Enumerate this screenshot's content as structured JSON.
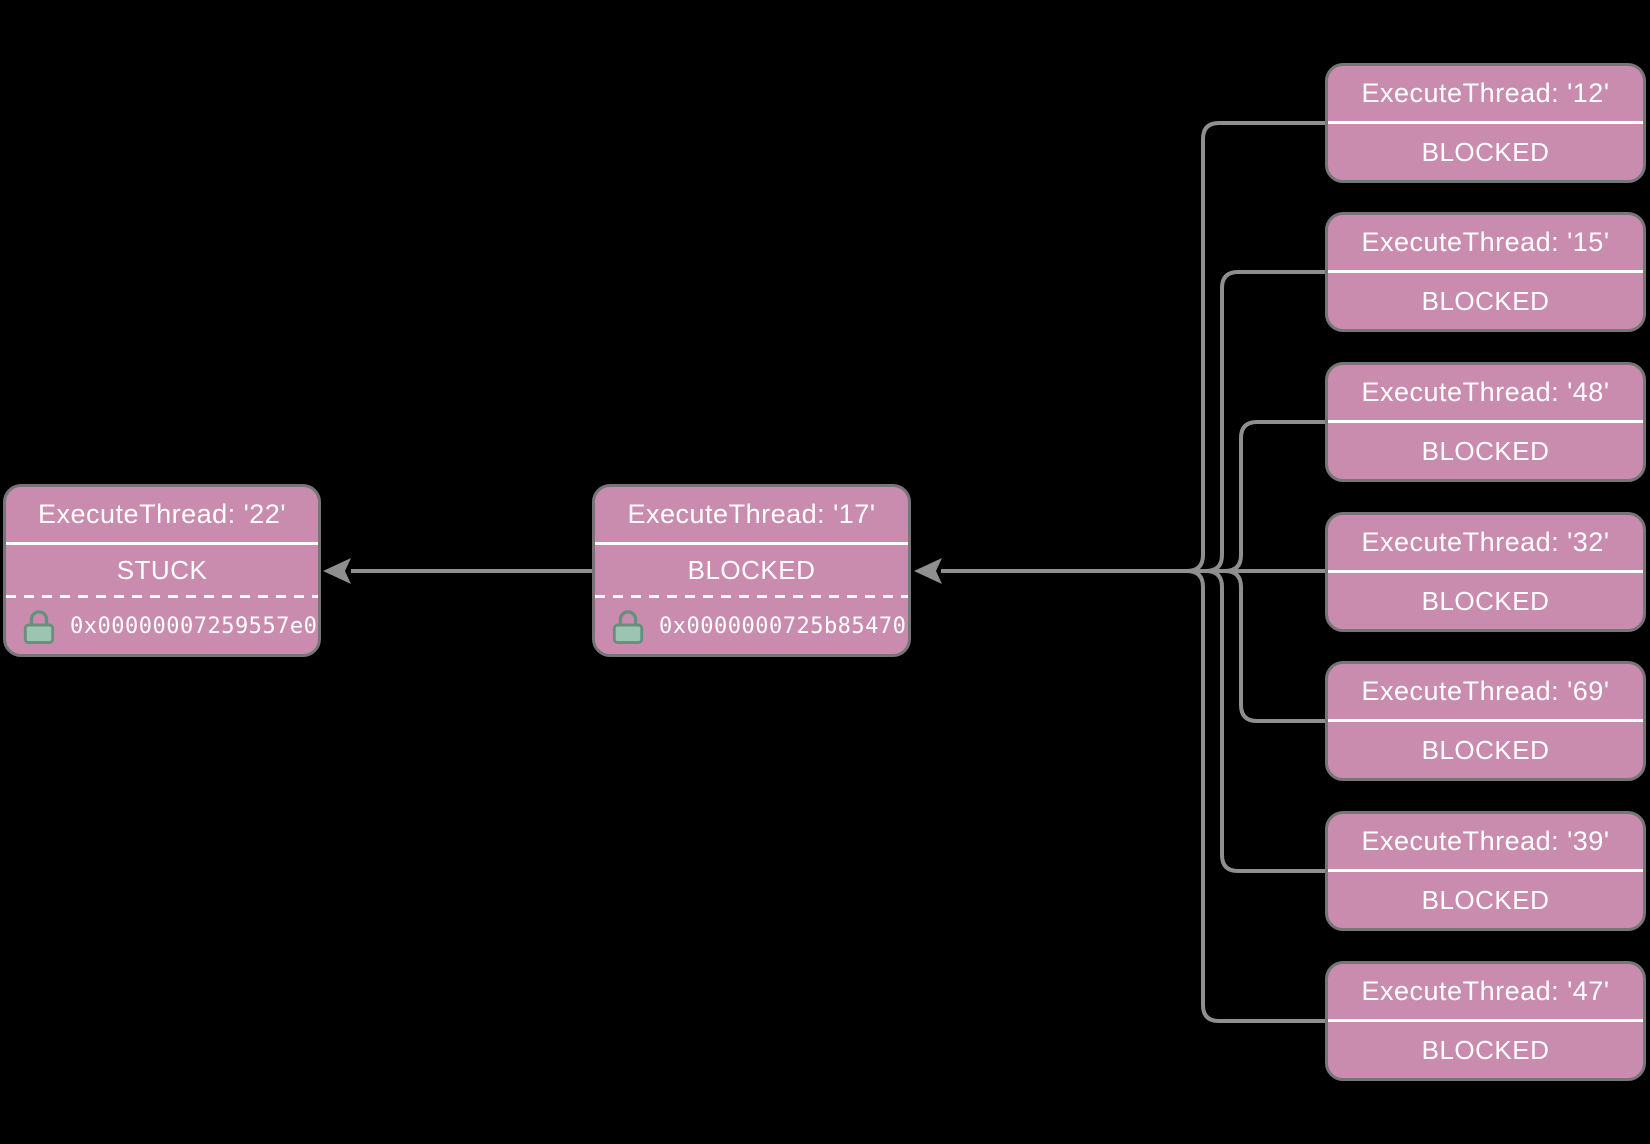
{
  "diagram": {
    "background_color": "#000000",
    "node_fill_color": "#c98bae",
    "node_border_color": "#767676",
    "connector_color": "#8f8f8f",
    "text_color": "#ffffff",
    "lock_icon_fill": "#9dc3b1",
    "lock_icon_stroke": "#668f7d",
    "nodes": {
      "left": {
        "title": "ExecuteThread: '22'",
        "status": "STUCK",
        "lock_address": "0x00000007259557e0",
        "lock_icon": "lock-icon"
      },
      "middle": {
        "title": "ExecuteThread: '17'",
        "status": "BLOCKED",
        "lock_address": "0x0000000725b85470",
        "lock_icon": "lock-icon"
      },
      "right": [
        {
          "title": "ExecuteThread: '12'",
          "status": "BLOCKED"
        },
        {
          "title": "ExecuteThread: '15'",
          "status": "BLOCKED"
        },
        {
          "title": "ExecuteThread: '48'",
          "status": "BLOCKED"
        },
        {
          "title": "ExecuteThread: '32'",
          "status": "BLOCKED"
        },
        {
          "title": "ExecuteThread: '69'",
          "status": "BLOCKED"
        },
        {
          "title": "ExecuteThread: '39'",
          "status": "BLOCKED"
        },
        {
          "title": "ExecuteThread: '47'",
          "status": "BLOCKED"
        }
      ]
    },
    "edges": [
      {
        "from": "ExecuteThread: '17'",
        "to": "ExecuteThread: '22'"
      },
      {
        "from": "ExecuteThread: '12'",
        "to": "ExecuteThread: '17'"
      },
      {
        "from": "ExecuteThread: '15'",
        "to": "ExecuteThread: '17'"
      },
      {
        "from": "ExecuteThread: '48'",
        "to": "ExecuteThread: '17'"
      },
      {
        "from": "ExecuteThread: '32'",
        "to": "ExecuteThread: '17'"
      },
      {
        "from": "ExecuteThread: '69'",
        "to": "ExecuteThread: '17'"
      },
      {
        "from": "ExecuteThread: '39'",
        "to": "ExecuteThread: '17'"
      },
      {
        "from": "ExecuteThread: '47'",
        "to": "ExecuteThread: '17'"
      }
    ]
  }
}
